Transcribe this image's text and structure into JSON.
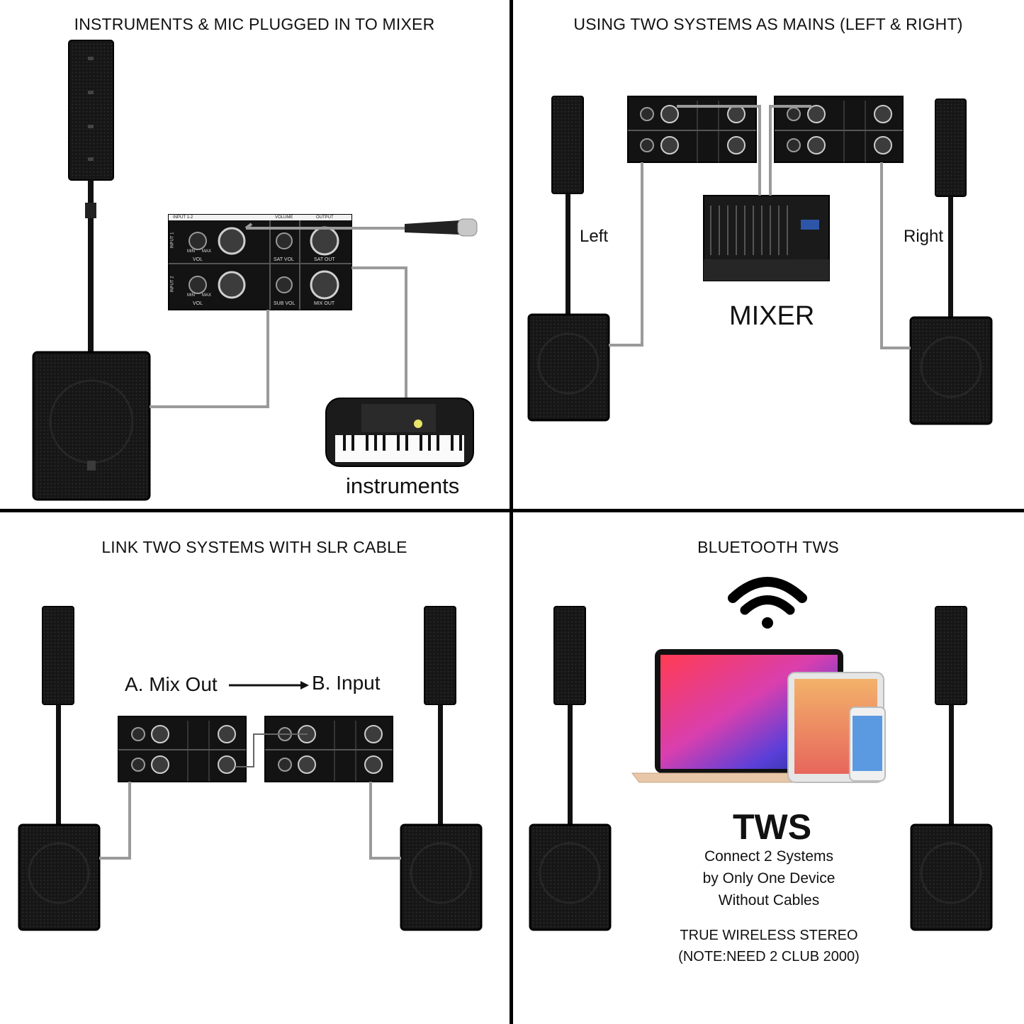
{
  "quadrants": {
    "top_left": {
      "title": "INSTRUMENTS & MIC PLUGGED IN TO MIXER",
      "instruments_label": "instruments"
    },
    "top_right": {
      "title": "USING TWO SYSTEMS AS MAINS (LEFT & RIGHT)",
      "left_label": "Left",
      "right_label": "Right",
      "mixer_label": "MIXER"
    },
    "bottom_left": {
      "title": "LINK TWO SYSTEMS WITH SLR CABLE",
      "mix_out_label": "A. Mix Out",
      "input_label": "B. Input"
    },
    "bottom_right": {
      "title": "BLUETOOTH TWS",
      "tws_label": "TWS",
      "desc_line1": "Connect 2 Systems",
      "desc_line2": "by Only One Device",
      "desc_line3": "Without Cables",
      "stereo_line1": "TRUE WIRELESS STEREO",
      "stereo_line2": "(NOTE:NEED 2 CLUB 2000)"
    }
  },
  "panel_labels": {
    "input12": "INPUT 1-2",
    "volume": "VOLUME",
    "output": "OUTPUT",
    "input1": "INPUT 1",
    "input2": "INPUT 2",
    "min": "MIN",
    "max": "MAX",
    "vol": "VOL",
    "sat_vol": "SAT VOL",
    "sat_out": "SAT OUT",
    "sub_vol": "SUB VOL",
    "mix_out": "MIX OUT"
  },
  "colors": {
    "cable": "#9a9a9a",
    "speaker": "#141414",
    "divider": "#000000"
  }
}
